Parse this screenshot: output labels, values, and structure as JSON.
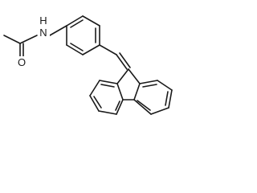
{
  "molecule": {
    "atoms": {
      "N": "N",
      "H": "H",
      "O": "O"
    }
  }
}
